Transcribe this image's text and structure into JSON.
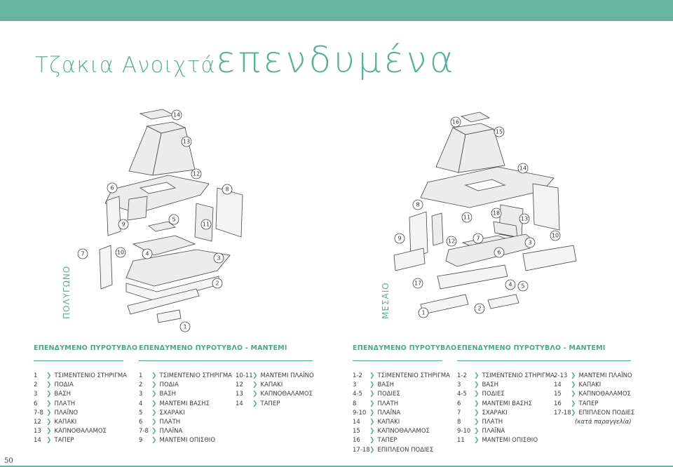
{
  "title": {
    "part1": "Τζακια Ανοιχτά",
    "part2": "επενδυμένα"
  },
  "side_labels": {
    "left": "ΠΟΛΥΓΩΝΟ",
    "right": "ΜΕΣΑΙΟ"
  },
  "page_number": "50",
  "colors": {
    "accent": "#66b59e",
    "text": "#3a3a3a"
  },
  "diagram_left": {
    "callouts": [
      "14",
      "13",
      "12",
      "6",
      "8",
      "9",
      "5",
      "11",
      "7",
      "10",
      "4",
      "3",
      "2",
      "1"
    ]
  },
  "diagram_right": {
    "callouts": [
      "16",
      "15",
      "14",
      "8",
      "11",
      "18",
      "13",
      "9",
      "12",
      "7",
      "6",
      "3",
      "10",
      "17",
      "4",
      "5",
      "2",
      "1"
    ]
  },
  "sections": [
    {
      "heading": "ΕΠΕΝΔΥΜΕΝΟ ΠΥΡΟΤΥΒΛΟ",
      "columns": [
        [
          {
            "n": "1",
            "label": "ΤΣΙΜΕΝΤΕΝΙΟ ΣΤΗΡΙΓΜΑ"
          },
          {
            "n": "2",
            "label": "ΠΟΔΙΑ"
          },
          {
            "n": "3",
            "label": "ΒΑΣΗ"
          },
          {
            "n": "6",
            "label": "ΠΛΑΤΗ"
          },
          {
            "n": "7-8",
            "label": "ΠΛΑΪΝΟ"
          },
          {
            "n": "12",
            "label": "ΚΑΠΑΚΙ"
          },
          {
            "n": "13",
            "label": "ΚΑΠΝΟΘΑΛΑΜΟΣ"
          },
          {
            "n": "14",
            "label": "ΤΑΠΕΡ"
          }
        ]
      ]
    },
    {
      "heading": "ΕΠΕΝΔΥΜΕΝΟ ΠΥΡΟΤΥΒΛΟ - ΜΑΝΤΕΜΙ",
      "columns": [
        [
          {
            "n": "1",
            "label": "ΤΣΙΜΕΝΤΕΝΙΟ ΣΤΗΡΙΓΜΑ"
          },
          {
            "n": "2",
            "label": "ΠΟΔΙΑ"
          },
          {
            "n": "3",
            "label": "ΒΑΣΗ"
          },
          {
            "n": "4",
            "label": "ΜΑΝΤΕΜΙ ΒΑΣΗΣ"
          },
          {
            "n": "5",
            "label": "ΣΧΑΡΑΚΙ"
          },
          {
            "n": "6",
            "label": "ΠΛΑΤΗ"
          },
          {
            "n": "7-8",
            "label": "ΠΛΑΪΝΑ"
          },
          {
            "n": "9",
            "label": "ΜΑΝΤΕΜΙ ΟΠΙΣΘΙΟ"
          }
        ],
        [
          {
            "n": "10-11",
            "label": "ΜΑΝΤΕΜΙ ΠΛΑΪΝΟ"
          },
          {
            "n": "12",
            "label": "ΚΑΠΑΚΙ"
          },
          {
            "n": "13",
            "label": "ΚΑΠΝΟΘΑΛΑΜΟΣ"
          },
          {
            "n": "14",
            "label": "ΤΑΠΕΡ"
          }
        ]
      ]
    },
    {
      "heading": "ΕΠΕΝΔΥΜΕΝΟ ΠΥΡΟΤΥΒΛΟ",
      "columns": [
        [
          {
            "n": "1-2",
            "label": "ΤΣΙΜΕΝΤΕΝΙΟ ΣΤΗΡΙΓΜΑ"
          },
          {
            "n": "3",
            "label": "ΒΑΣΗ"
          },
          {
            "n": "4-5",
            "label": "ΠΟΔΙΕΣ"
          },
          {
            "n": "8",
            "label": "ΠΛΑΤΗ"
          },
          {
            "n": "9-10",
            "label": "ΠΛΑΪΝΑ"
          },
          {
            "n": "14",
            "label": "ΚΑΠΑΚΙ"
          },
          {
            "n": "15",
            "label": "ΚΑΠΝΟΘΑΛΑΜΟΣ"
          },
          {
            "n": "16",
            "label": "ΤΑΠΕΡ"
          },
          {
            "n": "17-18",
            "label": "ΕΠΙΠΛΕΟΝ ΠΟΔΙΕΣ"
          }
        ]
      ]
    },
    {
      "heading": "ΕΠΕΝΔΥΜΕΝΟ ΠΥΡΟΤΥΒΛΟ - ΜΑΝΤΕΜΙ",
      "columns": [
        [
          {
            "n": "1-2",
            "label": "ΤΣΙΜΕΝΤΕΝΙΟ ΣΤΗΡΙΓΜΑ"
          },
          {
            "n": "3",
            "label": "ΒΑΣΗ"
          },
          {
            "n": "4-5",
            "label": "ΠΟΔΙΕΣ"
          },
          {
            "n": "6",
            "label": "ΜΑΝΤΕΜΙ ΒΑΣΗΣ"
          },
          {
            "n": "7",
            "label": "ΣΧΑΡΑΚΙ"
          },
          {
            "n": "8",
            "label": "ΠΛΑΤΗ"
          },
          {
            "n": "9-10",
            "label": "ΠΛΑΪΝΑ"
          },
          {
            "n": "11",
            "label": "ΜΑΝΤΕΜΙ ΟΠΙΣΘΙΟ"
          }
        ],
        [
          {
            "n": "2-13",
            "label": "ΜΑΝΤΕΜΙ ΠΛΑΪΝΟ"
          },
          {
            "n": "14",
            "label": "ΚΑΠΑΚΙ"
          },
          {
            "n": "15",
            "label": "ΚΑΠΝΟΘΑΛΑΜΟΣ"
          },
          {
            "n": "16",
            "label": "ΤΑΠΕΡ"
          },
          {
            "n": "17-18",
            "label": "ΕΠΙΠΛΕΟΝ ΠΟΔΙΕΣ"
          },
          {
            "n": "",
            "label": "(κατά παραγγελία)",
            "note": true
          }
        ]
      ]
    }
  ]
}
